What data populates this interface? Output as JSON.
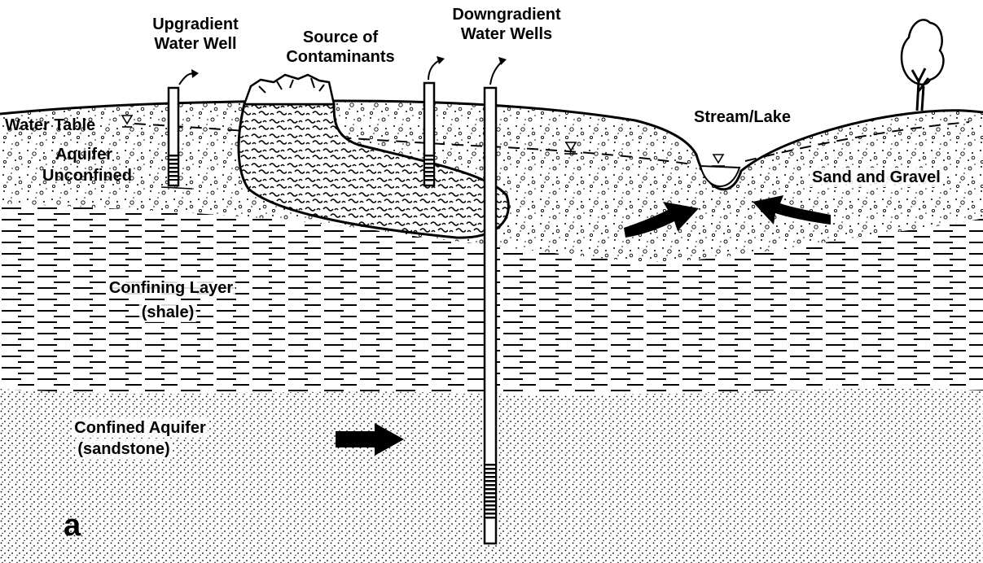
{
  "labels": {
    "upgradient_l1": "Upgradient",
    "upgradient_l2": "Water Well",
    "source_l1": "Source of",
    "source_l2": "Contaminants",
    "downgradient_l1": "Downgradient",
    "downgradient_l2": "Water Wells",
    "water_table": "Water Table",
    "aquifer_l1": "Aquifer",
    "aquifer_l2": "Unconfined",
    "stream_lake": "Stream/Lake",
    "sand_gravel": "Sand and Gravel",
    "confining_l1": "Confining Layer",
    "confining_l2": "(shale)",
    "confined_l1": "Confined Aquifer",
    "confined_l2": "(sandstone)",
    "figure_letter": "a"
  },
  "colors": {
    "ink": "#000000",
    "paper": "#ffffff"
  }
}
